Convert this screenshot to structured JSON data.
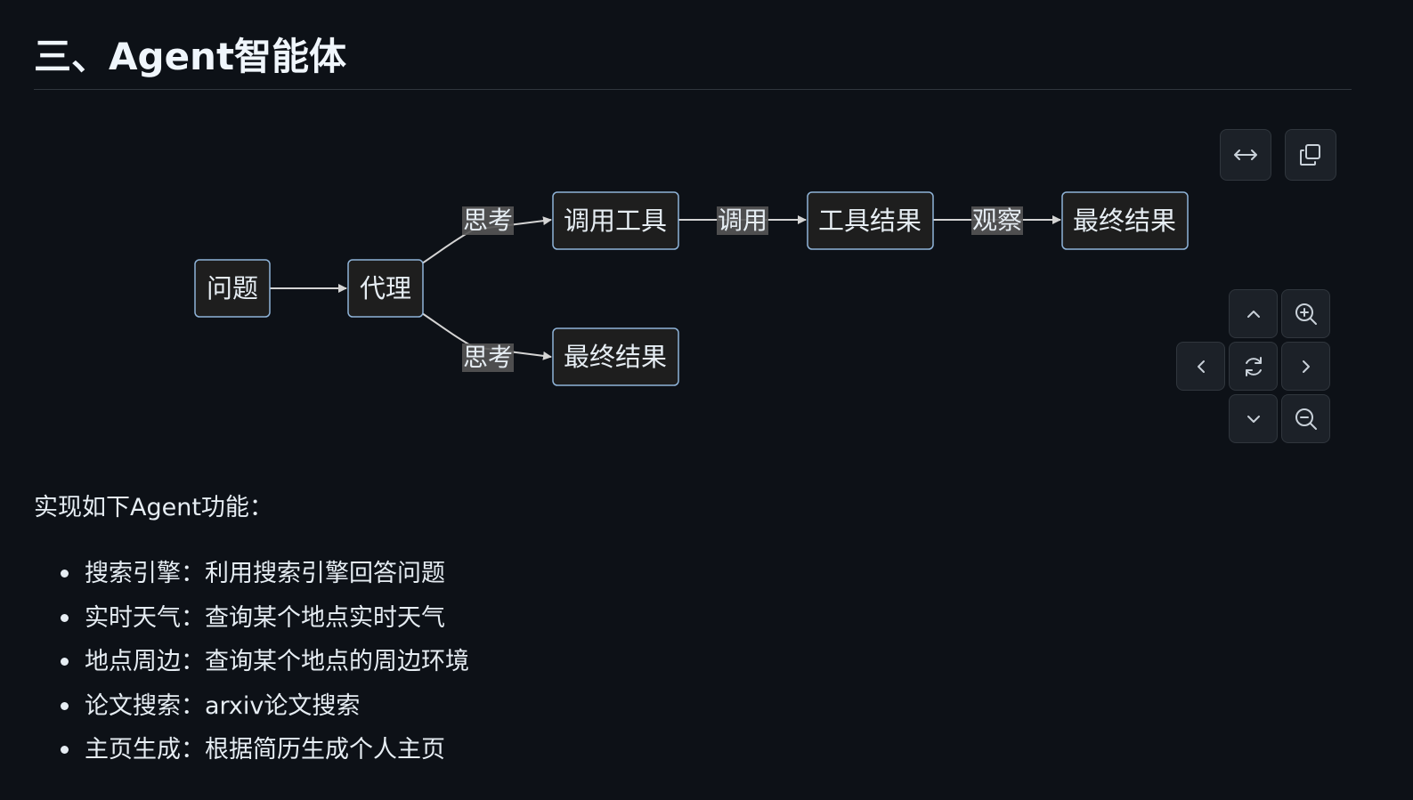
{
  "heading": "三、Agent智能体",
  "diagram": {
    "nodes": {
      "question": "问题",
      "agent": "代理",
      "call_tool": "调用工具",
      "tool_result": "工具结果",
      "final_result_top": "最终结果",
      "final_result_bottom": "最终结果"
    },
    "edges": {
      "think_top": "思考",
      "call": "调用",
      "observe": "观察",
      "think_bottom": "思考"
    }
  },
  "controls": {
    "top": [
      "expand-horizontal-icon",
      "copy-icon"
    ],
    "pan_zoom": [
      "chevron-up-icon",
      "zoom-in-icon",
      "chevron-left-icon",
      "reset-icon",
      "chevron-right-icon",
      "chevron-down-icon",
      "zoom-out-icon"
    ]
  },
  "intro": "实现如下Agent功能：",
  "features": [
    "搜索引擎：利用搜索引擎回答问题",
    "实时天气：查询某个地点实时天气",
    "地点周边：查询某个地点的周边环境",
    "论文搜索：arxiv论文搜索",
    "主页生成：根据简历生成个人主页"
  ]
}
